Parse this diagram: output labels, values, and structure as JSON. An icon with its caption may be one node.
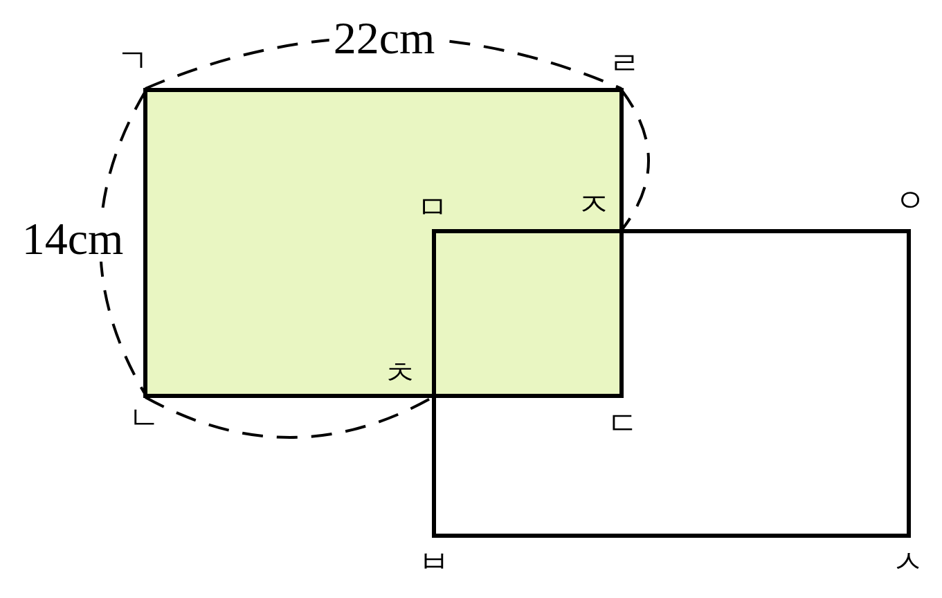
{
  "diagram": {
    "labels": [
      "22cm",
      "ㄱ",
      "ㄹ",
      "ㅁ",
      "ㅈ",
      "ㅇ",
      "14cm",
      "ㅊ",
      "ㄴ",
      "ㄷ",
      "ㅂ",
      "ㅅ"
    ]
  }
}
